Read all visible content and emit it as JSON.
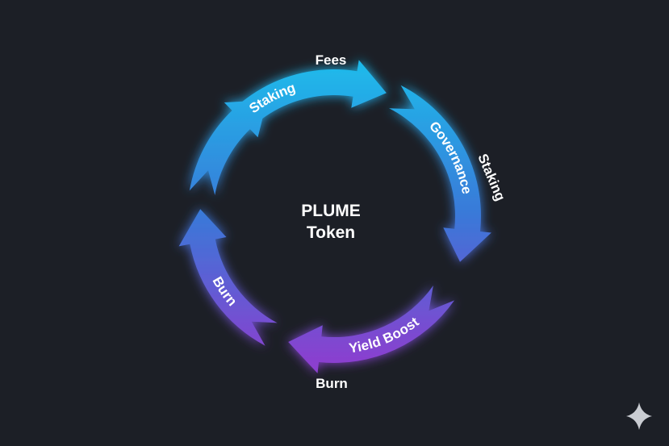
{
  "center": {
    "line1": "PLUME",
    "line2": "Token"
  },
  "segments": [
    {
      "label": "Staking"
    },
    {
      "label": "Governance"
    },
    {
      "label": "Yield Boost"
    },
    {
      "label": "Burn"
    },
    {
      "label": ""
    }
  ],
  "outer_labels": {
    "top": "Fees",
    "right": "Staking",
    "bottom": "Burn"
  },
  "colors": {
    "background": "#1c1f26",
    "gradient_top": "#1fb8ea",
    "gradient_mid": "#3a78d8",
    "gradient_bottom": "#8b3fcf",
    "text": "#ffffff"
  },
  "icons": {
    "corner": "sparkle-icon"
  }
}
